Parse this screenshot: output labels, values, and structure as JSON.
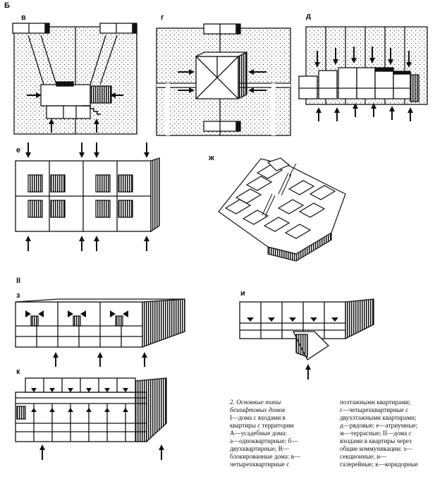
{
  "section_labels": {
    "b": "Б",
    "ii": "II"
  },
  "panel_labels": {
    "v": "в",
    "g": "г",
    "d": "д",
    "e": "е",
    "zh": "ж",
    "z": "з",
    "i": "и",
    "k": "к"
  },
  "caption": {
    "title": "2. Основные типы безлифтовых домов",
    "left_lines": [
      "I—дома с входами в",
      "квартиры с территории",
      "А—усадебные дома:",
      "а—одноквартирные;    б—",
      "двухквартирные; В—",
      "блокированные дома: в—",
      "четырехквартирные    с"
    ],
    "right_lines": [
      "поэтажными квартирами;",
      "г—четырехквартирные    с",
      "двухэтажными квартирами;",
      "д—рядовые; е—атриумные;",
      "ж—террасные; II—дома с",
      "входами в квартиры через",
      "общие коммуникации: з—",
      "секционные;    и—",
      "галерейные; к—коридорные"
    ]
  }
}
